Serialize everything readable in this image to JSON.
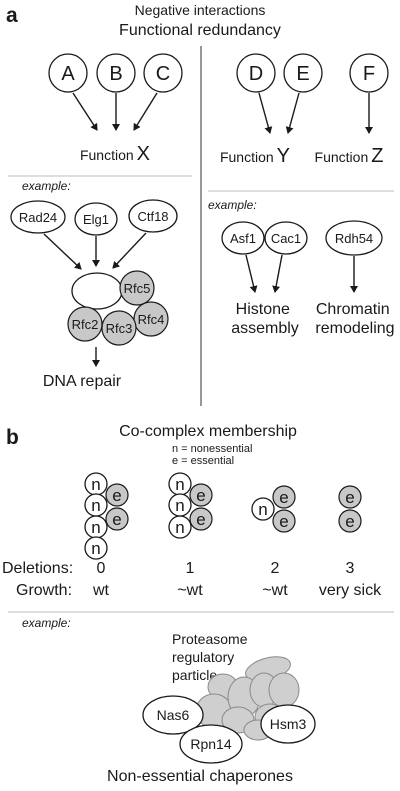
{
  "panel_a": {
    "label": "a",
    "title1": "Negative interactions",
    "title2": "Functional redundancy",
    "left": {
      "genes": [
        "A",
        "B",
        "C"
      ],
      "function_word": "Function",
      "function_letter": "X",
      "example_label": "example:",
      "example_genes": [
        "Rad24",
        "Elg1",
        "Ctf18"
      ],
      "complex": [
        "Rfc5",
        "Rfc2",
        "Rfc3",
        "Rfc4"
      ],
      "outcome": "DNA repair"
    },
    "right": {
      "genes": [
        "D",
        "E",
        "F"
      ],
      "function_word_y": "Function",
      "function_letter_y": "Y",
      "function_word_z": "Function",
      "function_letter_z": "Z",
      "example_label": "example:",
      "example_genes": [
        "Asf1",
        "Cac1",
        "Rdh54"
      ],
      "outcome1_line1": "Histone",
      "outcome1_line2": "assembly",
      "outcome2_line1": "Chromatin",
      "outcome2_line2": "remodeling"
    }
  },
  "panel_b": {
    "label": "b",
    "title": "Co-complex membership",
    "legend_n": "n = nonessential",
    "legend_e": "e = essential",
    "n_letter": "n",
    "e_letter": "e",
    "row_deletions_label": "Deletions:",
    "row_growth_label": "Growth:",
    "deletions": [
      "0",
      "1",
      "2",
      "3"
    ],
    "growth": [
      "wt",
      "~wt",
      "~wt",
      "very sick"
    ],
    "example_label": "example:",
    "complex_label1": "Proteasome",
    "complex_label2": "regulatory",
    "complex_label3": "particle",
    "chaperones": [
      "Nas6",
      "Rpn14",
      "Hsm3"
    ],
    "caption": "Non-essential chaperones"
  }
}
